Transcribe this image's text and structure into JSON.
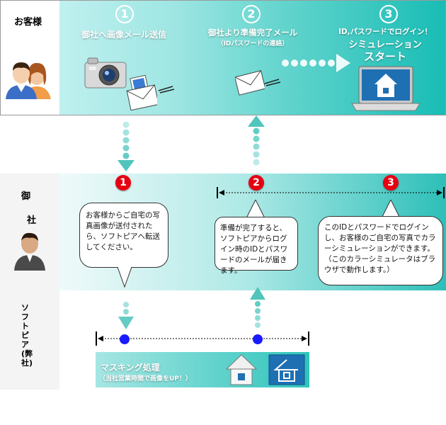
{
  "customer_label": "お客様",
  "company_label_1": "御",
  "company_label_2": "社",
  "softpia_label": "ソフトピア(弊社)",
  "top_steps": [
    {
      "num": "1",
      "title": "御社へ画像メール送信"
    },
    {
      "num": "2",
      "title": "御社より準備完了メール",
      "subtitle": "（IDパスワードの連絡）"
    },
    {
      "num": "3",
      "title_line1": "ID,パスワードでログイン！",
      "title_line2": "シミュレーション",
      "title_line3": "スタート"
    }
  ],
  "mid_steps": [
    {
      "num": "1",
      "text": "お客様からご自宅の写真画像が送付されたら、ソフトピアへ転送してください。"
    },
    {
      "num": "2",
      "text": "準備が完了すると、ソフトピアからログイン時のIDとパスワードのメールが届きます。"
    },
    {
      "num": "3",
      "text": "このIDとパスワードでログインし、お客様のご自宅の写真でカラーシミュレーションができます。（このカラーシミュレータはブラウザで動作します。）"
    }
  ],
  "masking": {
    "title": "マスキング処理",
    "subtitle": "（当社営業時間で画像をUP！）"
  },
  "icons": {
    "people": "people-icon",
    "camera": "camera-icon",
    "mail": "mail-icon",
    "laptop": "laptop-house-icon",
    "avatar": "person-icon",
    "house": "house-icon"
  },
  "colors": {
    "teal": "#18bdb5",
    "red": "#e60012",
    "blue_dot": "#1a1aff",
    "arrow": "#1aa99b"
  }
}
